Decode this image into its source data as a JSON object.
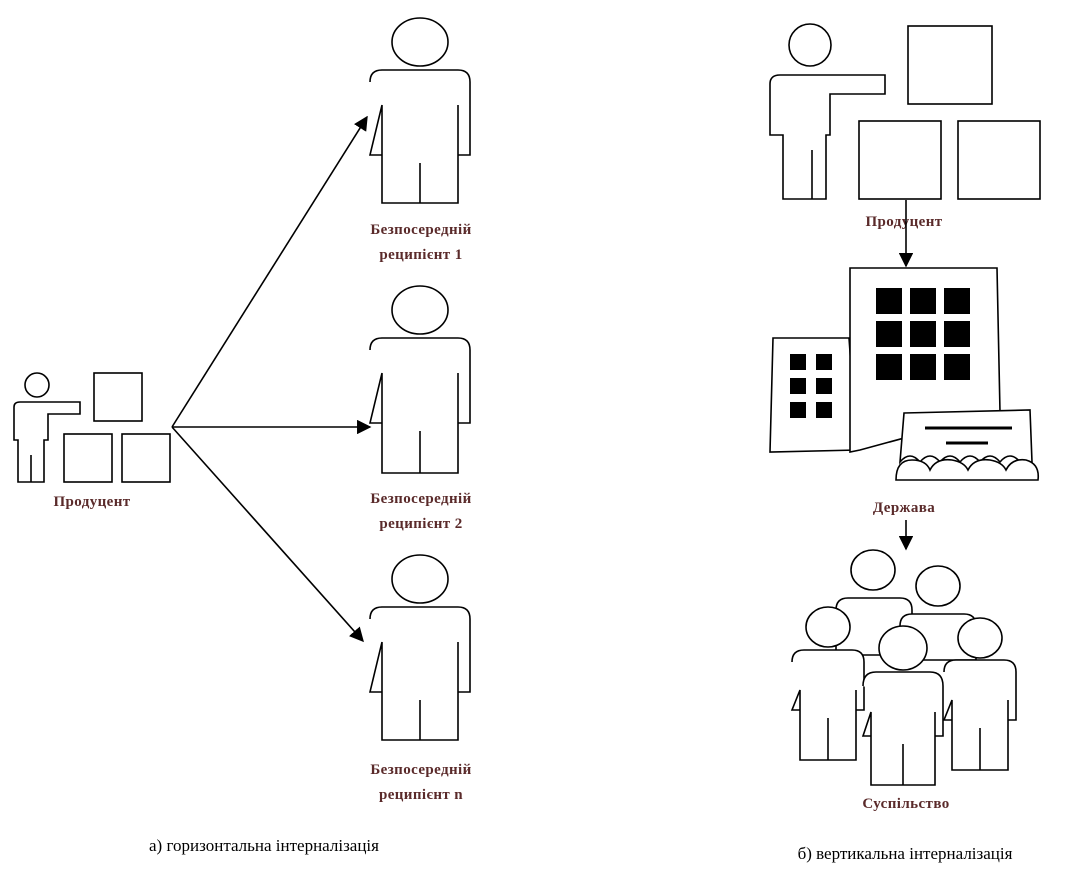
{
  "left_panel": {
    "producer_label": "Продуцент",
    "recipients": [
      {
        "line1": "Безпосередній",
        "line2": "реципієнт 1"
      },
      {
        "line1": "Безпосередній",
        "line2": "реципієнт 2"
      },
      {
        "line1": "Безпосередній",
        "line2": "реципієнт n"
      }
    ],
    "caption": "а) горизонтальна інтерналізація"
  },
  "right_panel": {
    "producer_label": "Продуцент",
    "state_label": "Держава",
    "society_label": "Суспільство",
    "caption": "б) вертикальна інтерналізація"
  },
  "colors": {
    "label": "#5a2a2a",
    "line": "#000000"
  }
}
